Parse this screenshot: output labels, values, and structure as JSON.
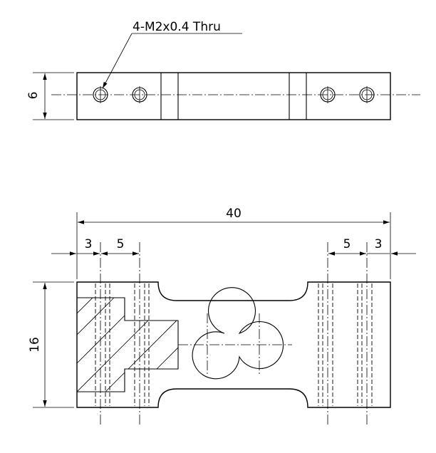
{
  "callout": {
    "text": "4-M2x0.4 Thru"
  },
  "top_view": {
    "dimensions": {
      "thickness": "6"
    }
  },
  "front_view": {
    "dimensions": {
      "overall_length": "40",
      "left_edge_to_hole": "3",
      "left_hole_spacing": "5",
      "right_hole_spacing": "5",
      "right_edge_to_hole": "3",
      "height": "16"
    }
  }
}
